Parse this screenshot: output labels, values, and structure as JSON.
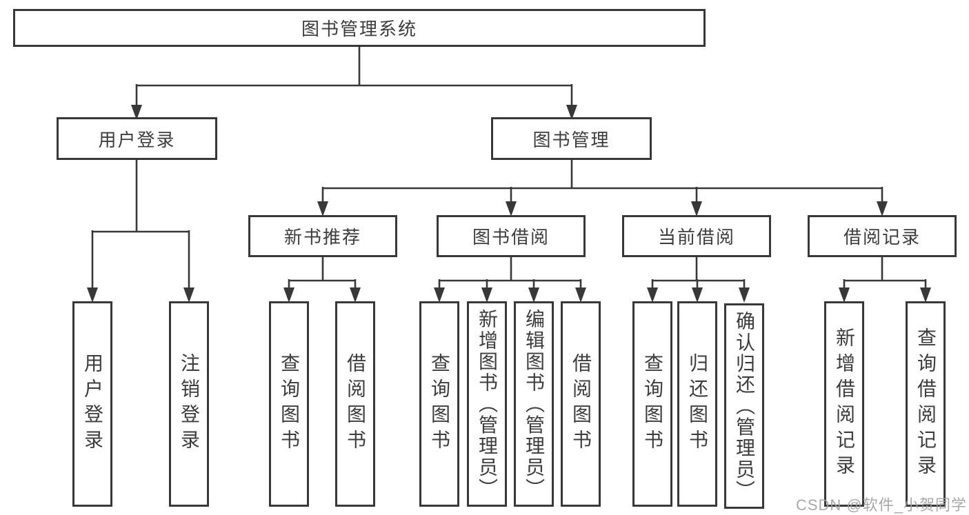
{
  "colors": {
    "line": "#383838",
    "text": "#3c3c3c",
    "watermark": "#9f9f9f"
  },
  "tree": {
    "root": "图书管理系统",
    "children": [
      {
        "label": "用户登录",
        "leaves": [
          "用户登录",
          "注销登录"
        ]
      },
      {
        "label": "图书管理",
        "children": [
          {
            "label": "新书推荐",
            "leaves": [
              "查询图书",
              "借阅图书"
            ]
          },
          {
            "label": "图书借阅",
            "leaves": [
              "查询图书",
              "新增图书（管理员）",
              "编辑图书（管理员）",
              "借阅图书"
            ]
          },
          {
            "label": "当前借阅",
            "leaves": [
              "查询图书",
              "归还图书",
              "确认归还（管理员）"
            ]
          },
          {
            "label": "借阅记录",
            "leaves": [
              "新增借阅记录",
              "查询借阅记录"
            ]
          }
        ]
      }
    ]
  },
  "watermark": {
    "text": "CSDN @软件_小贺同学"
  }
}
